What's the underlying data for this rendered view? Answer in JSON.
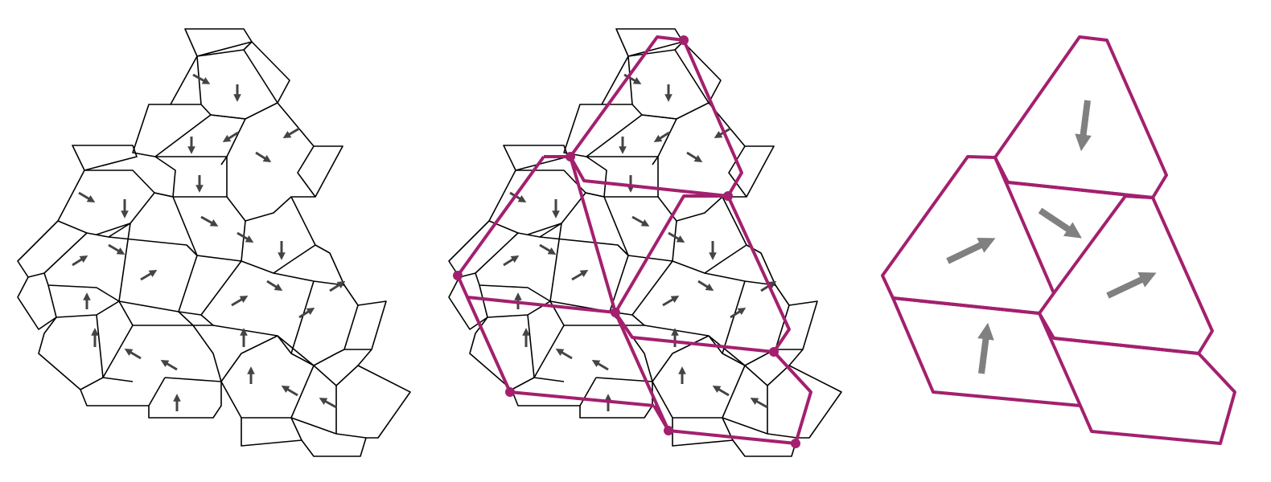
{
  "figure": {
    "colors": {
      "tile_stroke": "#000000",
      "arrow_dark": "#444444",
      "arrow_light": "#808080",
      "overlay": "#a3206e",
      "background": "#ffffff"
    },
    "panels": [
      {
        "id": "tiling",
        "description_name": "tiling-with-arrows"
      },
      {
        "id": "tiling-overlay",
        "description_name": "tiling-with-supertile-overlay"
      },
      {
        "id": "supertile",
        "description_name": "supertile-with-arrows"
      }
    ],
    "arrow_directions": [
      "down",
      "down-right",
      "up-right",
      "up",
      "down-left",
      "up-left"
    ]
  }
}
